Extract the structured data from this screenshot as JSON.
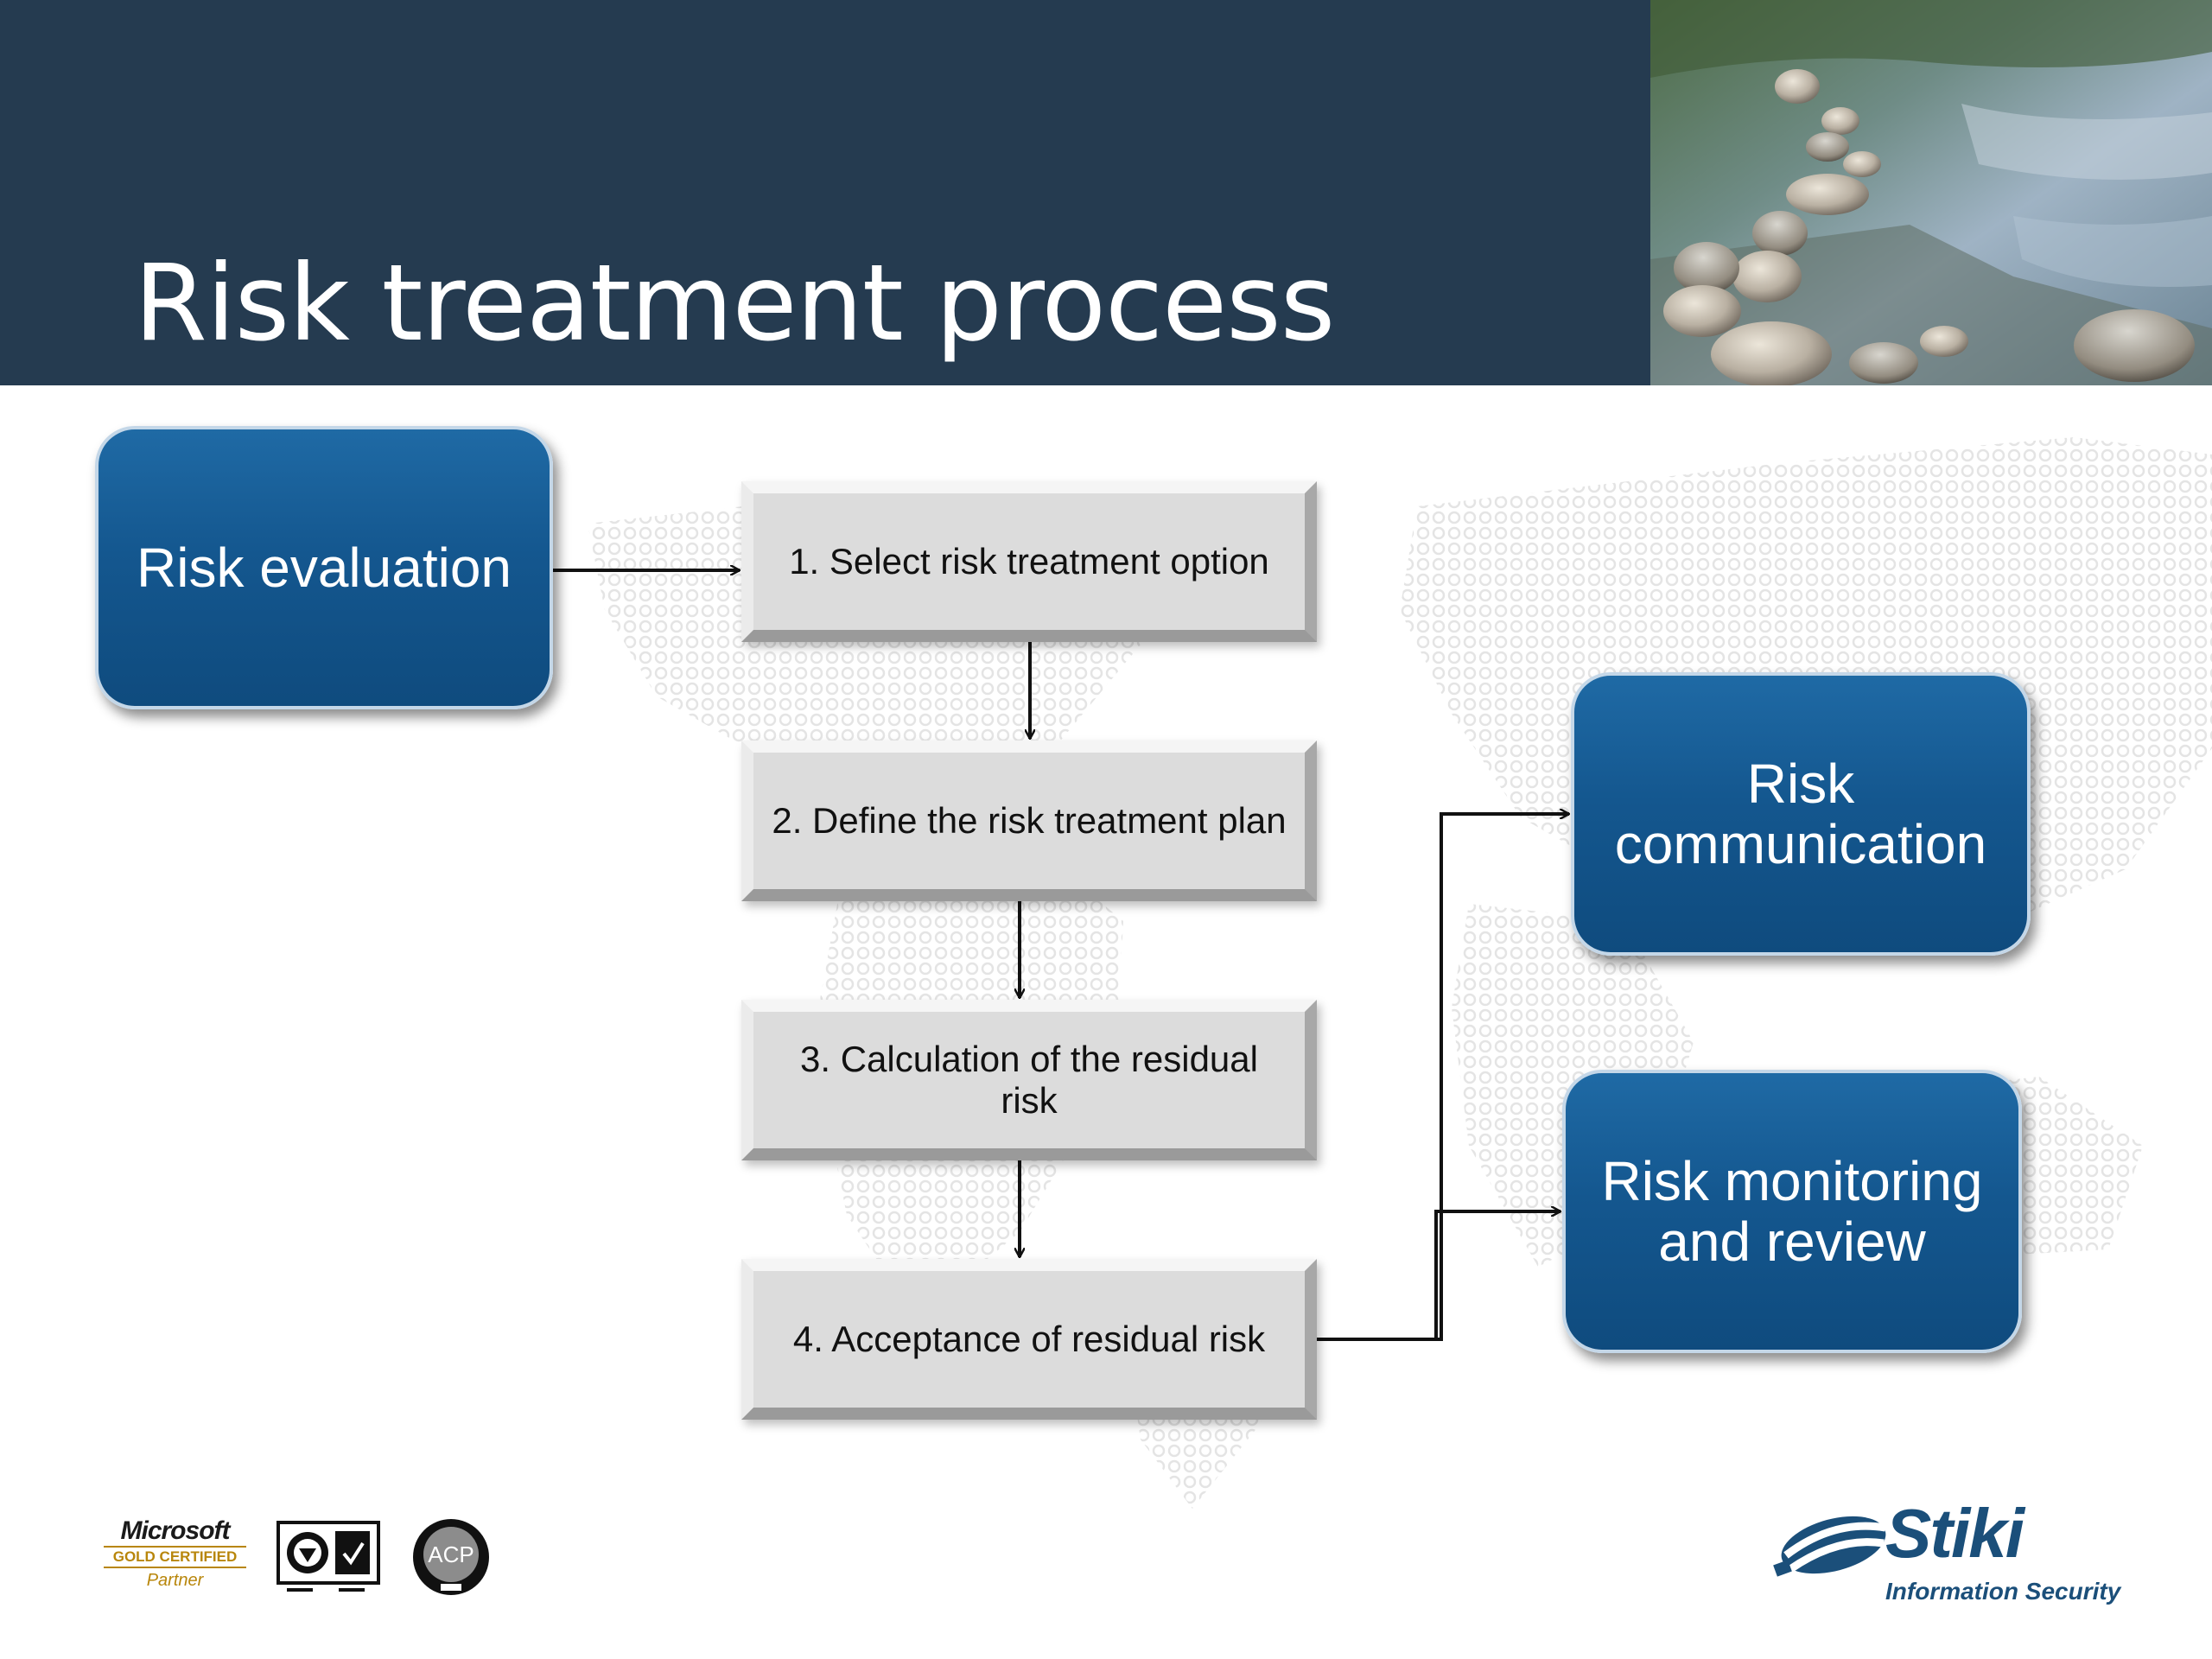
{
  "slide": {
    "title": "Risk treatment process"
  },
  "diagram": {
    "risk_evaluation": "Risk evaluation",
    "steps": [
      "1. Select risk treatment option",
      "2. Define the risk treatment plan",
      "3. Calculation of the residual risk",
      "4. Acceptance of residual risk"
    ],
    "risk_communication": "Risk communication",
    "risk_monitoring": "Risk monitoring and review"
  },
  "logos": {
    "microsoft_word": "Microsoft",
    "microsoft_gold": "GOLD CERTIFIED",
    "microsoft_partner": "Partner",
    "acp_label": "ACP",
    "stiki_name": "Stiki",
    "stiki_tagline": "Information Security"
  },
  "colors": {
    "header": "#253b50",
    "box_blue": "#14578f",
    "step_gray": "#dcdcdc"
  }
}
